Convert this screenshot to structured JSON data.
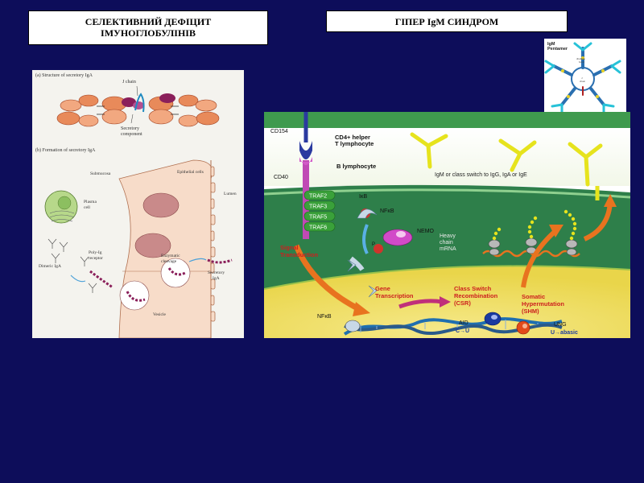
{
  "titles": {
    "left_line1": "СЕЛЕКТИВНИЙ  ДЕФІЦИТ",
    "left_line2": "ІМУНОГЛОБУЛІНІВ",
    "right": "ГІПЕР IgM СИНДРОМ"
  },
  "left_figure": {
    "part_a": "(a)  Structure of secretory IgA",
    "j_chain": "J chain",
    "secretory_component_1": "Secretory",
    "secretory_component_2": "component",
    "part_b": "(b)  Formation of secretory IgA",
    "submucosa": "Submucosa",
    "epithelial_cells": "Epithelial cells",
    "lumen": "Lumen",
    "plasma_cell_1": "Plasma",
    "plasma_cell_2": "cell",
    "dimeric_iga": "Dimeric IgA",
    "poly_ig_1": "Poly-Ig",
    "poly_ig_2": "receptor",
    "enzymatic_1": "Enzymatic",
    "enzymatic_2": "cleavage",
    "vesicle": "Vesicle",
    "secretory_iga_1": "Secretory",
    "secretory_iga_2": "IgA"
  },
  "igm_figure": {
    "title_1": "IgM",
    "title_2": "Pentamer",
    "disulfide_1": "disulfide",
    "disulfide_2": "bond",
    "j_chain_1": "J",
    "j_chain_2": "chain"
  },
  "right_figure": {
    "cd154": "CD154",
    "cd4_1": "CD4+ helper",
    "cd4_2": "T lymphocyte",
    "b_lymph": "B lymphocyte",
    "cd40": "CD40",
    "switch_text": "IgM or class switch to IgG, IgA or IgE",
    "traf": [
      "TRAF2",
      "TRAF3",
      "TRAF5",
      "TRAF6"
    ],
    "ikb": "IκB",
    "nfkb": "NFκB",
    "nemo": "NEMO",
    "p": "P",
    "heavy_1": "Heavy",
    "heavy_2": "chain",
    "heavy_3": "mRNA",
    "signal_1": "Signal",
    "signal_2": "Transduction",
    "gene_1": "Gene",
    "gene_2": "Transcription",
    "csr_1": "Class Switch",
    "csr_2": "Recombination",
    "csr_3": "(CSR)",
    "shm_1": "Somatic",
    "shm_2": "Hypermutation",
    "shm_3": "(SHM)",
    "nfkb2": "NFκB",
    "aid": "AID",
    "c_to_u": "C→U",
    "ung": "UNG",
    "u_abasic": "U→abasic"
  },
  "colors": {
    "background": "#0d0d5a",
    "orange": "#e8731f",
    "purple": "#7a1360",
    "green_bg": "#2e7f4a",
    "traf_green": "#3aa13a",
    "yellow_ab": "#e6e31d"
  }
}
